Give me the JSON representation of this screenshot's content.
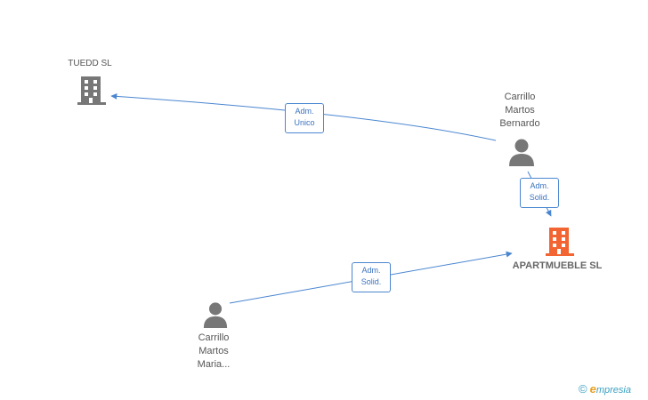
{
  "nodes": {
    "tuedd": {
      "label": "TUEDD SL",
      "type": "company",
      "color": "#777777"
    },
    "apartmueble": {
      "label": "APARTMUEBLE SL",
      "type": "company",
      "color": "#f26532"
    },
    "bernardo": {
      "label_lines": [
        "Carrillo",
        "Martos",
        "Bernardo"
      ],
      "type": "person",
      "color": "#777777"
    },
    "maria": {
      "label_lines": [
        "Carrillo",
        "Martos",
        "Maria..."
      ],
      "type": "person",
      "color": "#777777"
    }
  },
  "edges": [
    {
      "from": "bernardo",
      "to": "tuedd",
      "label_lines": [
        "Adm.",
        "Unico"
      ]
    },
    {
      "from": "bernardo",
      "to": "apartmueble",
      "label_lines": [
        "Adm.",
        "Solid."
      ]
    },
    {
      "from": "maria",
      "to": "apartmueble",
      "label_lines": [
        "Adm.",
        "Solid."
      ]
    }
  ],
  "colors": {
    "edge": "#4a86d0"
  },
  "footer": {
    "copyright": "©",
    "brand_initial": "e",
    "brand_rest": "mpresia"
  }
}
